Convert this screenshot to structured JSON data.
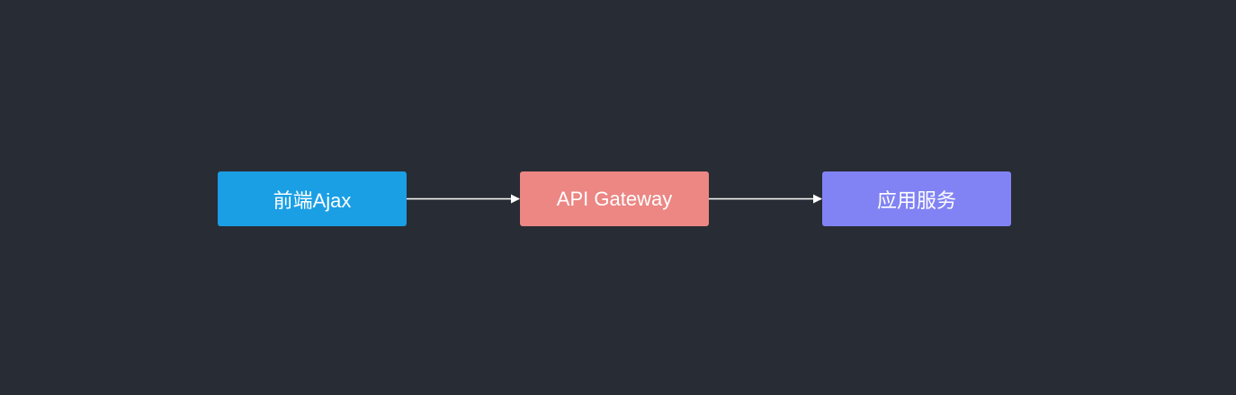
{
  "diagram": {
    "background": "#282c34",
    "edge_color": "#ffffff",
    "nodes": [
      {
        "id": "frontend",
        "label": "前端Ajax",
        "color": "#1a9fe5"
      },
      {
        "id": "gateway",
        "label": "API Gateway",
        "color": "#ec8784"
      },
      {
        "id": "service",
        "label": "应用服务",
        "color": "#8183f4"
      }
    ],
    "edges": [
      {
        "from": "frontend",
        "to": "gateway"
      },
      {
        "from": "gateway",
        "to": "service"
      }
    ]
  }
}
